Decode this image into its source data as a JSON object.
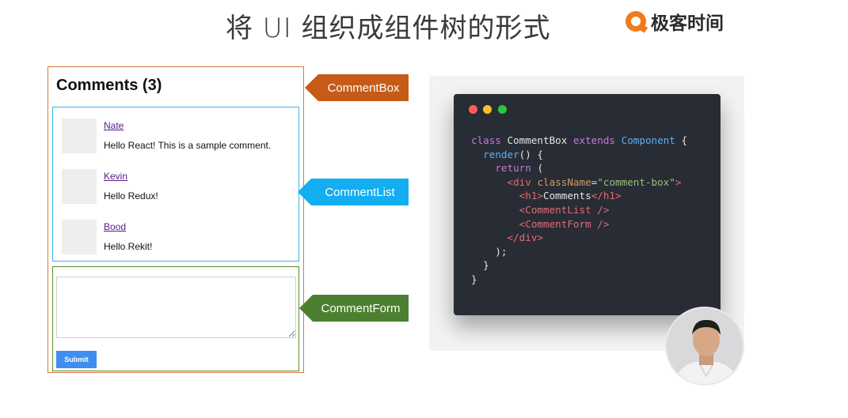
{
  "slide": {
    "title": "将 UI 组织成组件树的形式",
    "logo_text": "极客时间"
  },
  "comment_box": {
    "title": "Comments (3)",
    "comments": [
      {
        "author": "Nate",
        "text": "Hello React! This is a sample comment."
      },
      {
        "author": "Kevin",
        "text": "Hello Redux!"
      },
      {
        "author": "Bood",
        "text": "Hello Rekit!"
      }
    ],
    "form": {
      "textarea_value": "",
      "submit_label": "Submit"
    }
  },
  "labels": {
    "comment_box": "CommentBox",
    "comment_list": "CommentList",
    "comment_form": "CommentForm"
  },
  "code": {
    "line1": {
      "kw1": "class",
      "name": "CommentBox",
      "kw2": "extends",
      "type": "Component",
      "brace": "{"
    },
    "line2": {
      "fn": "render",
      "rest": "() {"
    },
    "line3": {
      "kw": "return",
      "rest": "("
    },
    "line4": {
      "open": "<div",
      "attr": "className",
      "eq": "=",
      "str": "\"comment-box\"",
      "close": ">"
    },
    "line5": {
      "open": "<h1>",
      "text": "Comments",
      "close": "</h1>"
    },
    "line6": {
      "tag": "<CommentList />"
    },
    "line7": {
      "tag": "<CommentForm />"
    },
    "line8": {
      "tag": "</div>"
    },
    "line9": {
      "text": ");"
    },
    "line10": {
      "text": "}"
    },
    "line11": {
      "text": "}"
    }
  },
  "colors": {
    "comment_box_accent": "#c65b17",
    "comment_list_accent": "#13aef0",
    "comment_form_accent": "#4c8030",
    "submit_button": "#3d8ef0",
    "code_bg": "#282c34"
  },
  "icons": {
    "logo": "geek-time-logo-icon",
    "window_controls": [
      "close-dot-icon",
      "minimize-dot-icon",
      "maximize-dot-icon"
    ]
  }
}
